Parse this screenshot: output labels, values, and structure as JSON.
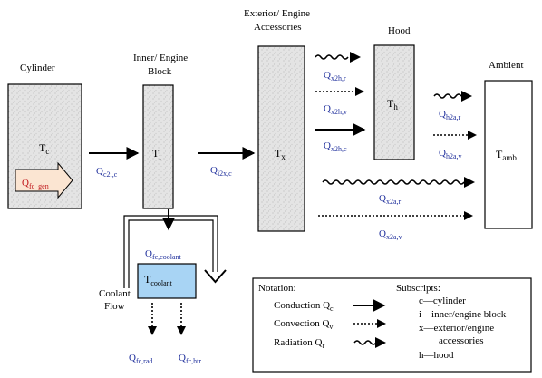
{
  "blocks": {
    "cylinder": {
      "title": "Cylinder",
      "temp_main": "T",
      "temp_sub": "c"
    },
    "inner": {
      "title_line1": "Inner/ Engine",
      "title_line2": "Block",
      "temp_main": "T",
      "temp_sub": "i"
    },
    "exterior": {
      "title_line1": "Exterior/ Engine",
      "title_line2": "Accessories",
      "temp_main": "T",
      "temp_sub": "x"
    },
    "hood": {
      "title": "Hood",
      "temp_main": "T",
      "temp_sub": "h"
    },
    "ambient": {
      "title": "Ambient",
      "temp_main": "T",
      "temp_sub": "amb"
    },
    "coolant": {
      "temp_main": "T",
      "temp_sub": "coolant",
      "label_line1": "Coolant",
      "label_line2": "Flow"
    }
  },
  "flows": {
    "q_fc_gen": {
      "main": "Q",
      "sub": "fc_gen"
    },
    "q_c2i_c": {
      "main": "Q",
      "sub": "c2i,c"
    },
    "q_i2x_c": {
      "main": "Q",
      "sub": "i2x,c"
    },
    "q_x2h_r": {
      "main": "Q",
      "sub": "x2h,r"
    },
    "q_x2h_v": {
      "main": "Q",
      "sub": "x2h,v"
    },
    "q_x2h_c": {
      "main": "Q",
      "sub": "x2h,c"
    },
    "q_h2a_r": {
      "main": "Q",
      "sub": "h2a,r"
    },
    "q_h2a_v": {
      "main": "Q",
      "sub": "h2a,v"
    },
    "q_x2a_r": {
      "main": "Q",
      "sub": "x2a,r"
    },
    "q_x2a_v": {
      "main": "Q",
      "sub": "x2a,v"
    },
    "q_fc_coolant": {
      "main": "Q",
      "sub": "fc,coolant"
    },
    "q_fc_rad": {
      "main": "Q",
      "sub": "fc,rad"
    },
    "q_fc_htr": {
      "main": "Q",
      "sub": "fc,htr"
    }
  },
  "notation": {
    "title": "Notation:",
    "conduction": {
      "label": "Conduction Q",
      "sub": "c"
    },
    "convection": {
      "label": "Convection Q",
      "sub": "v"
    },
    "radiation": {
      "label": "Radiation Q",
      "sub": "r"
    }
  },
  "subscripts": {
    "title": "Subscripts:",
    "lines": [
      "c—cylinder",
      "i—inner/engine block",
      "x—exterior/engine",
      "accessories",
      "h—hood"
    ]
  },
  "colors": {
    "flow_label": "#1f2f9c",
    "generation_label": "#c0161a",
    "coolant_fill": "#a8d4f4",
    "block_fill": "#e6e6e6"
  }
}
